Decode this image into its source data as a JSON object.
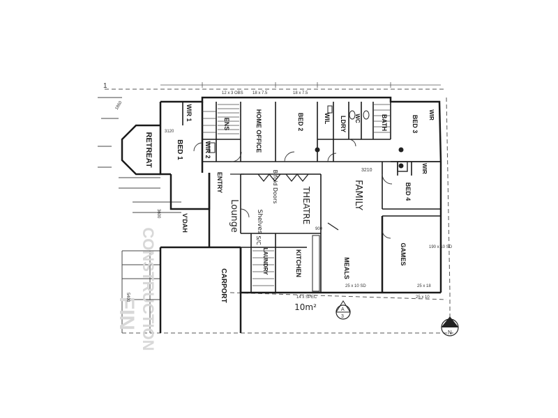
{
  "plan": {
    "rooms": {
      "retreat": "RETREAT",
      "bed1": "BED 1",
      "wir1": "WIR 1",
      "wir2": "WIR 2",
      "ens": "ENS",
      "home_office": "HOME OFFICE",
      "bed2": "BED 2",
      "wil": "WIL",
      "ldry": "LDRY",
      "wc": "WC",
      "bath": "BATH",
      "bed3": "BED 3",
      "wir_bed3": "WIR",
      "bed4": "BED 4",
      "wir_bed4": "WIR",
      "entry": "ENTRY",
      "lounge": "Lounge",
      "theatre": "THEATRE",
      "family": "FAMILY",
      "games": "GAMES",
      "meals": "MEALS",
      "kitchen": "KITCHEN",
      "laundry": "LAUNDRY",
      "vdah": "V'DAH",
      "carport": "CARPORT"
    },
    "annotations": {
      "bifold_doors": "Bifold Doors",
      "shelves": "Shelves",
      "sc": "S/C",
      "area": "10m²",
      "construction": "CONSTRUCTION",
      "finish": "FIN"
    },
    "dimensions": {
      "d1": "3210",
      "d2": "12 x 3 OBS",
      "d3": "18 x 7.5",
      "d4": "18 x 7.5",
      "d5": "25 x 10 SD",
      "d6": "25 x 18",
      "d7": "14 x SPEC",
      "d8": "25 x 10",
      "d9": "1860",
      "d10": "3120",
      "d11": "900",
      "d12": "5400",
      "d13": "3600",
      "d14": "190 x 10 SD"
    },
    "markers": {
      "section_letter": "A",
      "section_sheet": "3",
      "north": "N",
      "page": "1"
    }
  }
}
